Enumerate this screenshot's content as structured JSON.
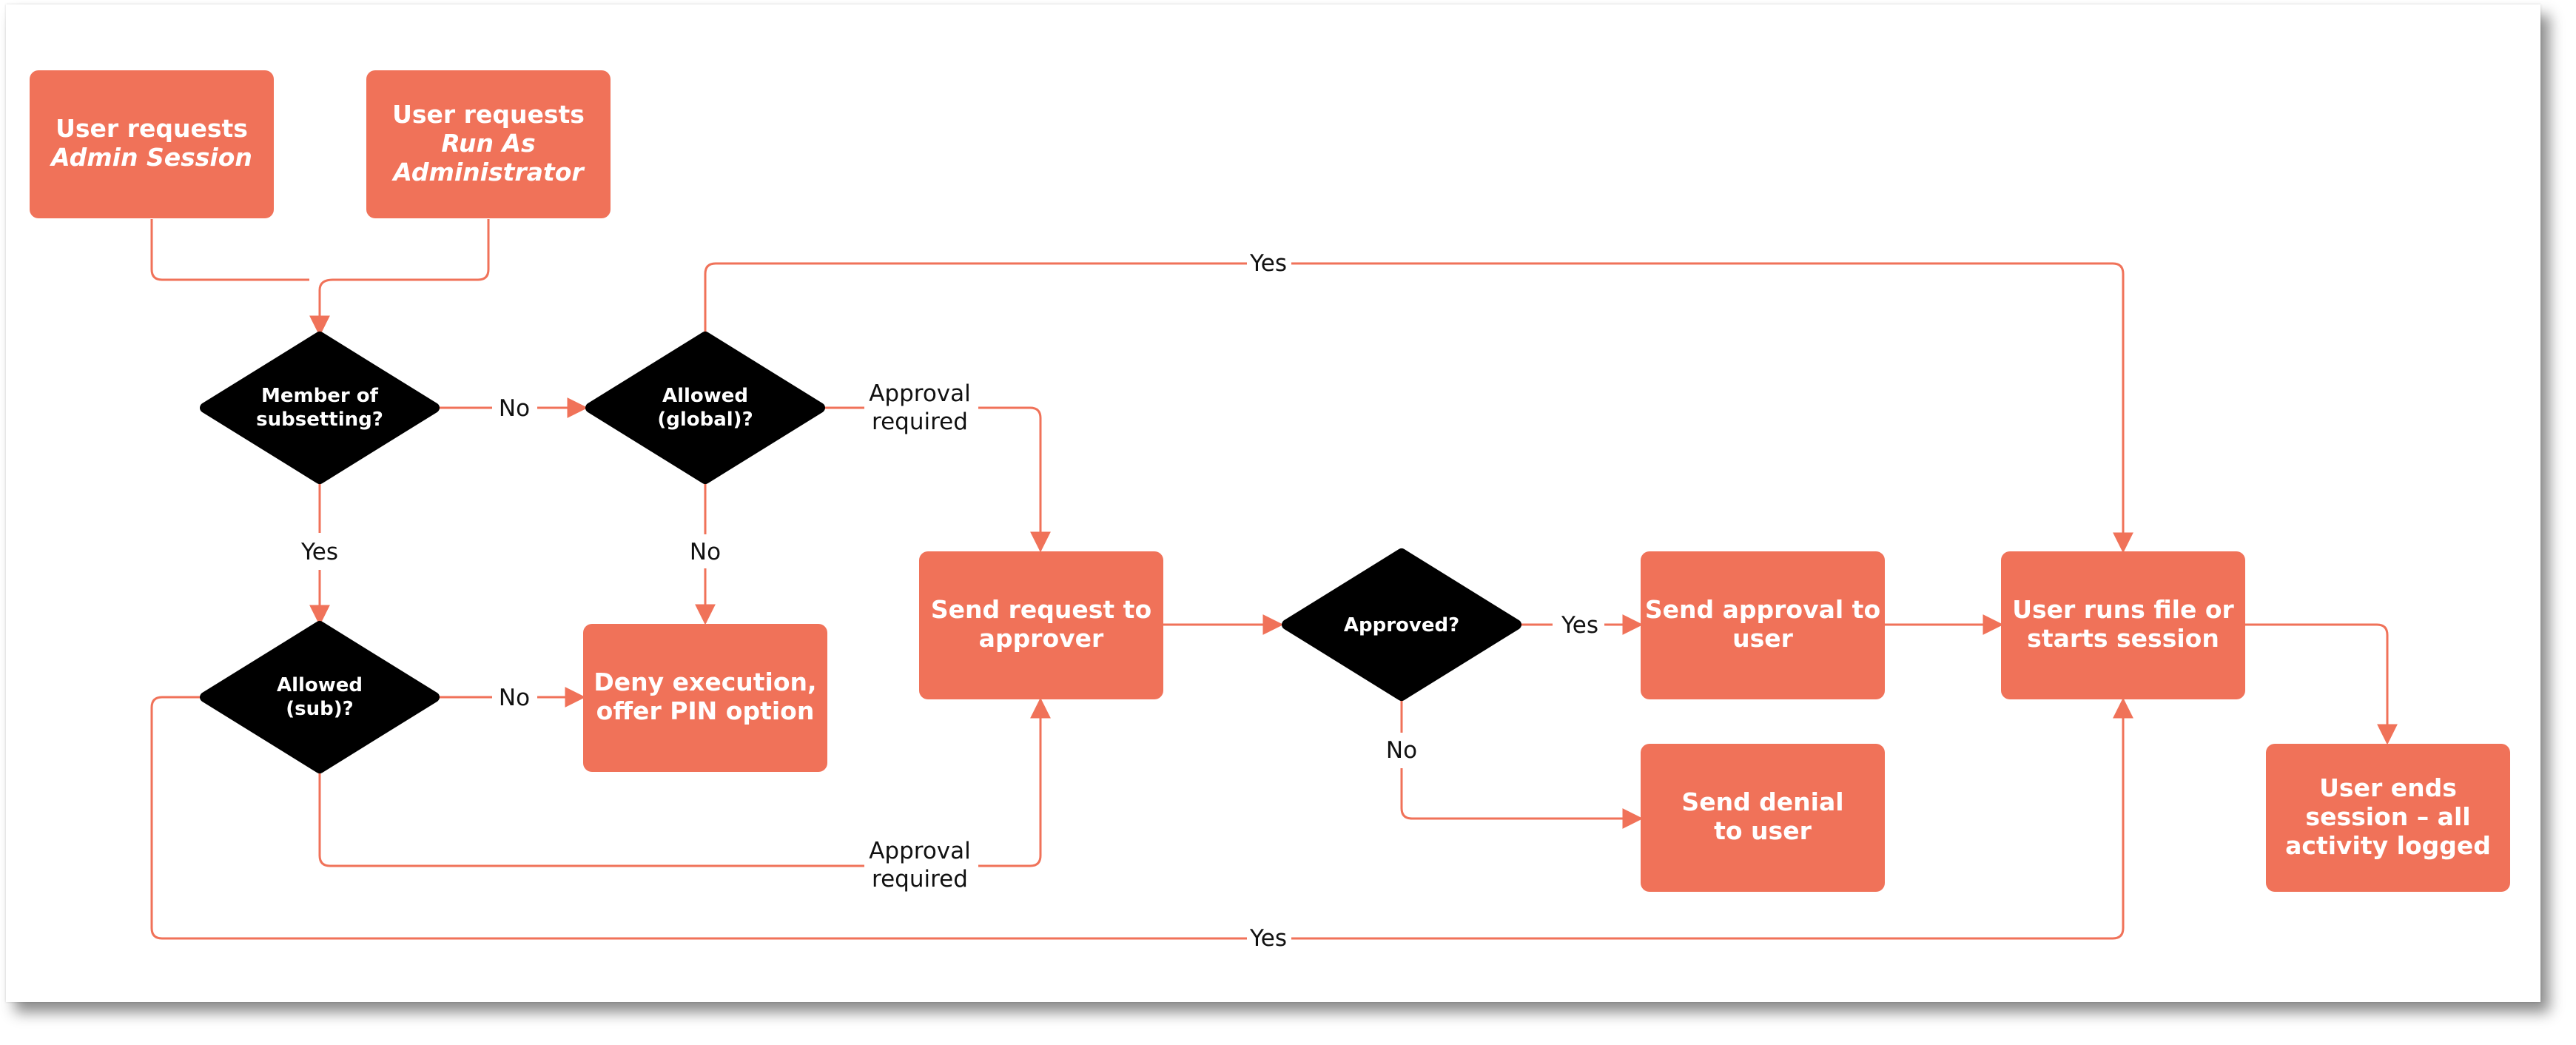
{
  "colors": {
    "box": "#f07259",
    "decision": "#000000",
    "line": "#f07259",
    "box_text": "#ffffff",
    "label_text": "#111111"
  },
  "boxes": {
    "admin_session": {
      "line1": "User requests",
      "line2": "Admin Session"
    },
    "run_as_admin": {
      "line1": "User requests",
      "line2": "Run As",
      "line3": "Administrator"
    },
    "send_request": {
      "line1": "Send request to",
      "line2": "approver"
    },
    "deny_execution": {
      "line1": "Deny execution,",
      "line2": "offer PIN option"
    },
    "send_approval": {
      "line1": "Send approval to",
      "line2": "user"
    },
    "send_denial": {
      "line1": "Send denial",
      "line2": "to user"
    },
    "user_runs": {
      "line1": "User runs file or",
      "line2": "starts session"
    },
    "user_ends": {
      "line1": "User ends",
      "line2": "session – all",
      "line3": "activity logged"
    }
  },
  "decisions": {
    "member_sub": {
      "line1": "Member of",
      "line2": "subsetting?"
    },
    "allowed_global": {
      "line1": "Allowed",
      "line2": "(global)?"
    },
    "allowed_sub": {
      "line1": "Allowed",
      "line2": "(sub)?"
    },
    "approved": {
      "line1": "Approved?"
    }
  },
  "labels": {
    "yes_top": "Yes",
    "no_member_to_global": "No",
    "yes_member_to_sub": "Yes",
    "no_global_to_deny": "No",
    "approval_global_1": "Approval",
    "approval_global_2": "required",
    "no_sub_to_deny": "No",
    "approval_sub_1": "Approval",
    "approval_sub_2": "required",
    "yes_approved": "Yes",
    "no_approved": "No",
    "yes_bottom": "Yes"
  }
}
